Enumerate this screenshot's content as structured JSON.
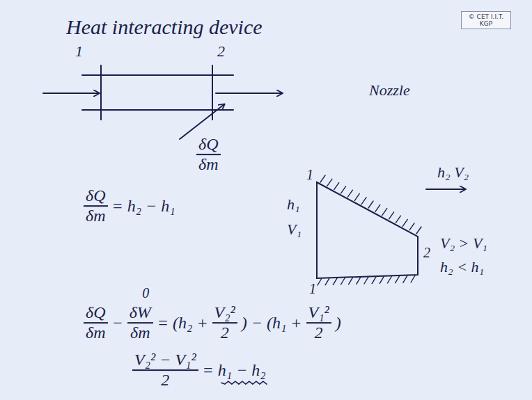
{
  "diagram": {
    "title": "Heat interacting device",
    "nodes": [
      {
        "text": [
          "© CET I.I.T. KGP"
        ]
      }
    ],
    "labels": [
      "1",
      "2",
      "δQ",
      "δm",
      "Nozzle",
      "δQ",
      "δm",
      "= h₂ − h₁",
      "1",
      "h₁",
      "V₁",
      "h₂ V₂",
      "2",
      "1",
      "V₂ > V₁",
      "h₂ < h₁",
      "0",
      "δQ",
      "δm",
      "−",
      "δW",
      "δm",
      "= (h₂ +",
      "V₂²",
      "2",
      ") − (h₁ +",
      "V₁²",
      "2",
      ")",
      "V₂² − V₁²",
      "2",
      "= h₁ − h₂"
    ]
  }
}
